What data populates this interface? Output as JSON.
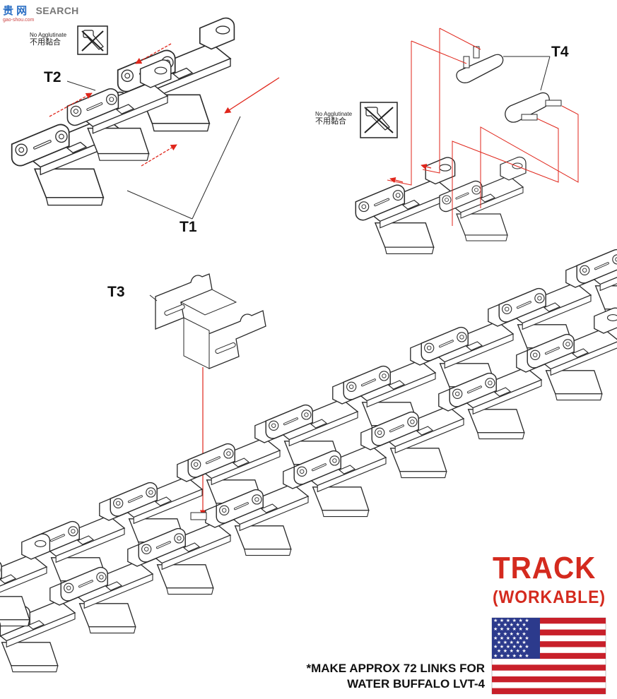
{
  "watermark": {
    "chinese": "贵 网",
    "english": "SEARCH",
    "url": "gao-shou.com"
  },
  "notes": {
    "no_glue_1": {
      "line1": "No Agglutinate",
      "line2": "不用黏合"
    },
    "no_glue_2": {
      "line1": "No Agglutinate",
      "line2": "不用黏合"
    }
  },
  "parts": {
    "t1": "T1",
    "t2": "T2",
    "t3": "T3",
    "t4": "T4"
  },
  "title": {
    "main": "TRACK",
    "sub": "(WORKABLE)"
  },
  "instruction": {
    "line1": "*MAKE APPROX 72 LINKS FOR",
    "line2": "WATER BUFFALO LVT-4"
  },
  "colors": {
    "accent_red": "#d42a1e",
    "arrow_red": "#e0261b",
    "line_art": "#2a2a2a",
    "flag_blue": "#2c3a8c",
    "flag_red": "#c8202a"
  },
  "icons": [
    "no-glue-icon",
    "us-flag-icon"
  ]
}
